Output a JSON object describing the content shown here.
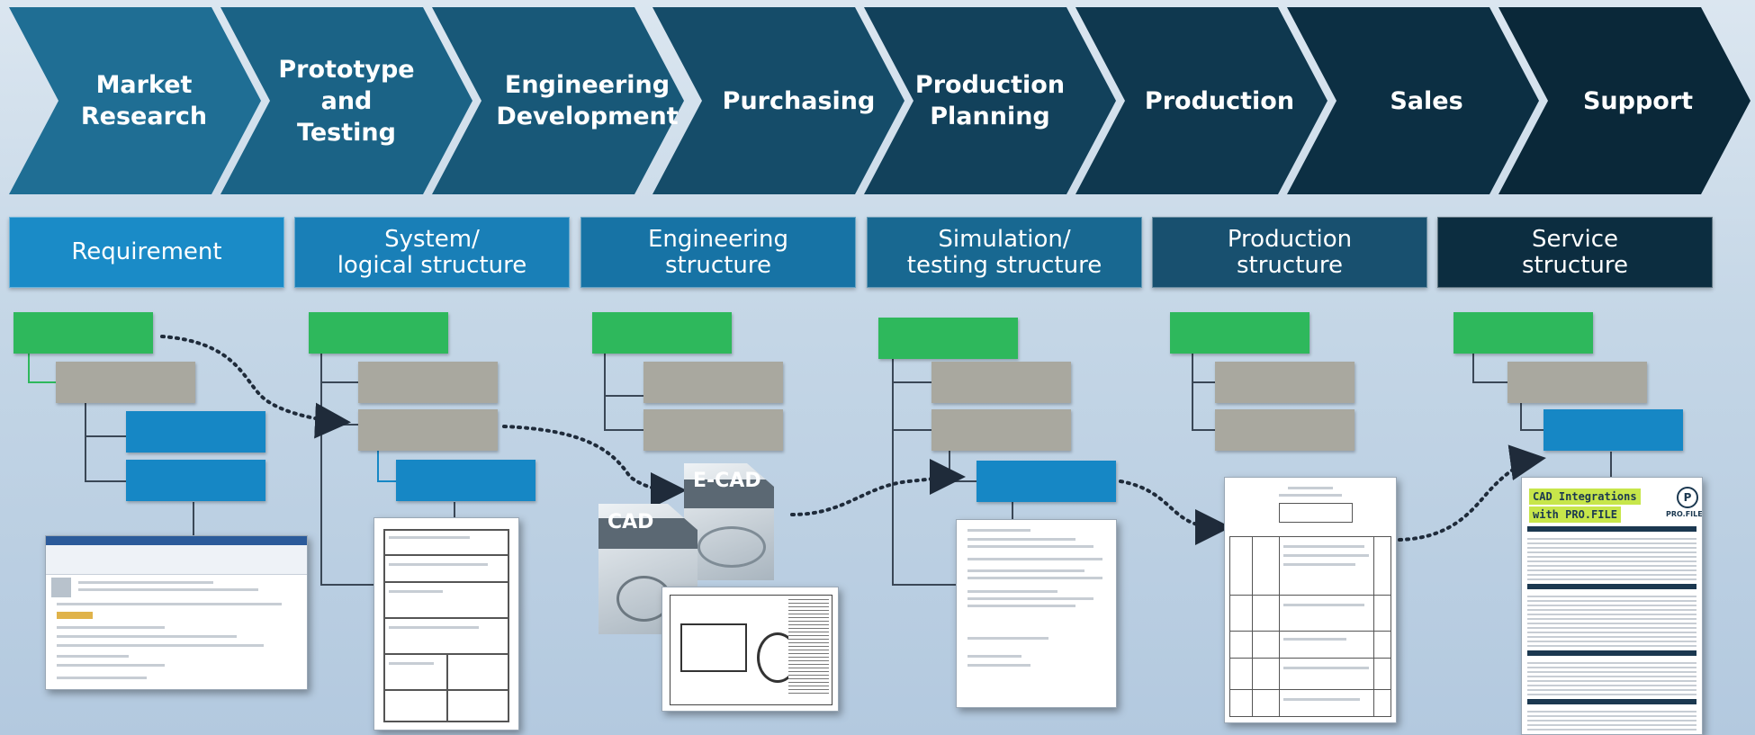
{
  "stages": [
    {
      "label": "Market\nResearch",
      "color": "#1f6e94"
    },
    {
      "label": "Prototype\nand Testing",
      "color": "#1b6386"
    },
    {
      "label": "Engineering\nDevelopment",
      "color": "#185878"
    },
    {
      "label": "Purchasing",
      "color": "#154c69"
    },
    {
      "label": "Production\nPlanning",
      "color": "#12415b"
    },
    {
      "label": "Production",
      "color": "#0f384f"
    },
    {
      "label": "Sales",
      "color": "#0c2f43"
    },
    {
      "label": "Support",
      "color": "#0a2839"
    }
  ],
  "structures": [
    {
      "label": "Requirement",
      "color": "#1a8bc7"
    },
    {
      "label": "System/\nlogical structure",
      "color": "#197fb7"
    },
    {
      "label": "Engineering\nstructure",
      "color": "#1773a5"
    },
    {
      "label": "Simulation/\ntesting structure",
      "color": "#186891"
    },
    {
      "label": "Production\nstructure",
      "color": "#18506f"
    },
    {
      "label": "Service\nstructure",
      "color": "#0c2d40"
    }
  ],
  "documents": {
    "ecad_label": "E-CAD",
    "cad_label": "CAD",
    "profile_title_line1": "CAD Integrations",
    "profile_title_line2": "with PRO.FILE",
    "profile_logo": "P",
    "profile_brand": "PRO.FILE"
  },
  "colors": {
    "tree_green": "#2eb85c",
    "tree_gray": "#a9a89f",
    "tree_blue": "#1687c5"
  }
}
